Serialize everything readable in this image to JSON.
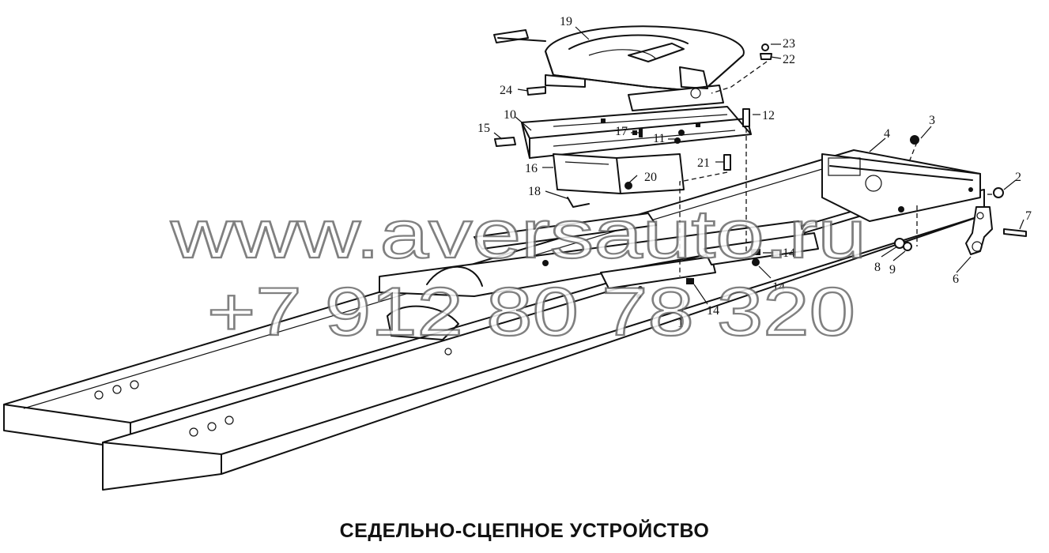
{
  "title": "СЕДЕЛЬНО-СЦЕПНОЕ УСТРОЙСТВО",
  "watermark": {
    "line1": "www.aversauto.ru",
    "line2": "+7 912 80 78 320"
  },
  "callouts": [
    "1",
    "2",
    "3",
    "4",
    "6",
    "7",
    "8",
    "9",
    "10",
    "11",
    "12",
    "13",
    "14",
    "14",
    "15",
    "16",
    "17",
    "18",
    "19",
    "20",
    "21",
    "22",
    "23",
    "24"
  ],
  "colors": {
    "ink": "#111111",
    "watermark": "#6a6a6a",
    "background": "#ffffff"
  }
}
